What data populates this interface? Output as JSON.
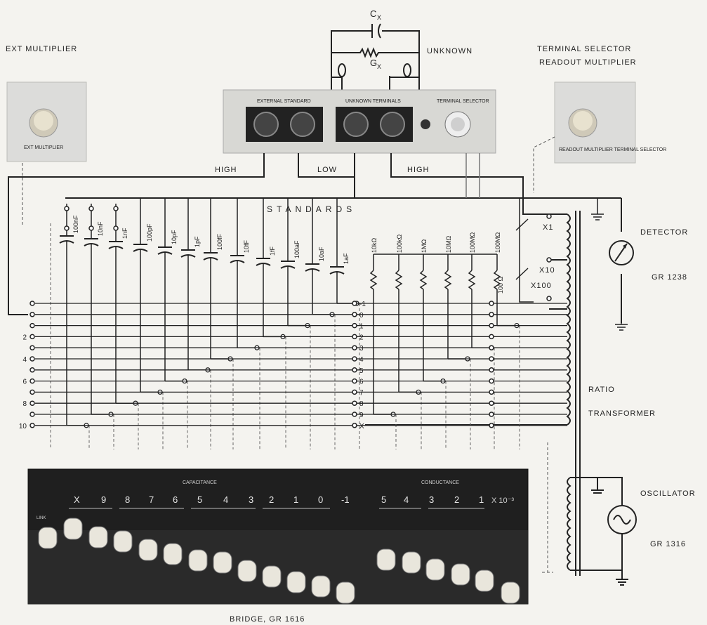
{
  "labels": {
    "ext_multiplier": "EXT MULTIPLIER",
    "terminal_selector_line1": "TERMINAL SELECTOR",
    "terminal_selector_line2": "READOUT MULTIPLIER",
    "unknown": "UNKNOWN",
    "cx": "C",
    "cx_sub": "X",
    "gx": "G",
    "gx_sub": "X",
    "high_left": "HIGH",
    "low": "LOW",
    "high_right": "HIGH",
    "standards": "STANDARDS",
    "detector": "DETECTOR",
    "detector_model": "GR 1238",
    "ratio": "RATIO",
    "transformer": "TRANSFORMER",
    "oscillator": "OSCILLATOR",
    "oscillator_model": "GR 1316",
    "bridge": "BRIDGE, GR 1616",
    "x1": "X1",
    "x10": "X10",
    "x100": "X100"
  },
  "capacitor_labels": [
    "100nF",
    "10nF",
    "1nF",
    "100pF",
    "10pF",
    "1pF",
    "100fF",
    "10fF",
    "1fF",
    "100aF",
    "10aF",
    "1aF"
  ],
  "resistor_labels": [
    "10kΩ",
    "100kΩ",
    "1MΩ",
    "10MΩ",
    "100MΩ",
    "100MΩ"
  ],
  "resistor_100": "100 Ω",
  "left_taps": [
    "",
    "",
    "",
    "2",
    "",
    "4",
    "",
    "6",
    "",
    "8",
    "",
    "10"
  ],
  "mid_taps": [
    "-1",
    "0",
    "1",
    "2",
    "3",
    "4",
    "5",
    "6",
    "7",
    "8",
    "9",
    "X"
  ],
  "panel": {
    "capacitance_label": "CAPACITANCE",
    "conductance_label": "CONDUCTANCE",
    "cap_digits": [
      "X",
      "9",
      "8",
      "7",
      "6",
      "5",
      "4",
      "3",
      "2",
      "1",
      "0",
      "-1"
    ],
    "cond_digits": [
      "5",
      "4",
      "3",
      "2",
      "1"
    ],
    "cond_suffix": "X 10⁻³",
    "sign_mark": "LINK"
  },
  "ext_dial_label": "EXT MULTIPLIER",
  "term_dial_label": "READOUT MULTIPLIER TERMINAL SELECTOR",
  "unit_labels": {
    "left_pair": "EXTERNAL STANDARD",
    "right_pair": "UNKNOWN TERMINALS",
    "selector": "TERMINAL SELECTOR"
  }
}
